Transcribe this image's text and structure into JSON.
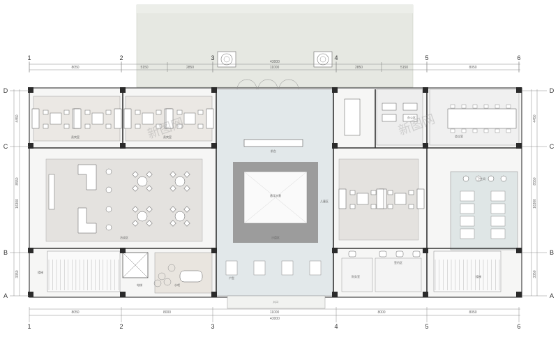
{
  "axes_top": [
    "1",
    "2",
    "3",
    "4",
    "5",
    "6"
  ],
  "axes_bottom": [
    "1",
    "2",
    "3",
    "4",
    "5",
    "6"
  ],
  "axes_left": [
    "D",
    "C",
    "B",
    "A"
  ],
  "axes_right": [
    "D",
    "C",
    "B",
    "A"
  ],
  "dims_top": {
    "total": "43000",
    "segments": [
      "8050",
      "5150",
      "2850",
      "11000",
      "2850",
      "5150",
      "8050"
    ]
  },
  "dims_bottom": {
    "total": "43000",
    "segments": [
      "8050",
      "8000",
      "11000",
      "8000",
      "8050"
    ]
  },
  "dims_left": [
    "4450",
    "8550",
    "16300",
    "3350"
  ],
  "dims_right": [
    "4450",
    "8550",
    "16300",
    "3350"
  ],
  "rooms": {
    "central_hall": "悬浮水景",
    "sand_table": "沙盘区",
    "negotiation_left": "洽谈区",
    "vip_room_1": "贵宾室",
    "vip_room_2": "贵宾室",
    "office": "办公区",
    "meeting_room": "会议室",
    "restroom": "卫生间",
    "elevator": "电梯",
    "stairs": "楼梯",
    "water_bar": "水吧",
    "signing": "签约区",
    "entrance": "入口",
    "kids": "儿童区",
    "models": "户型",
    "finance": "财务室",
    "reception": "前台"
  },
  "watermark": "新图网",
  "colors": {
    "wall": "#2b2b2b",
    "room_fill": "#e7e5e2",
    "hall_fill": "#dfe5e6",
    "canopy": "#e4e6e0",
    "line": "#9a9a9a"
  }
}
